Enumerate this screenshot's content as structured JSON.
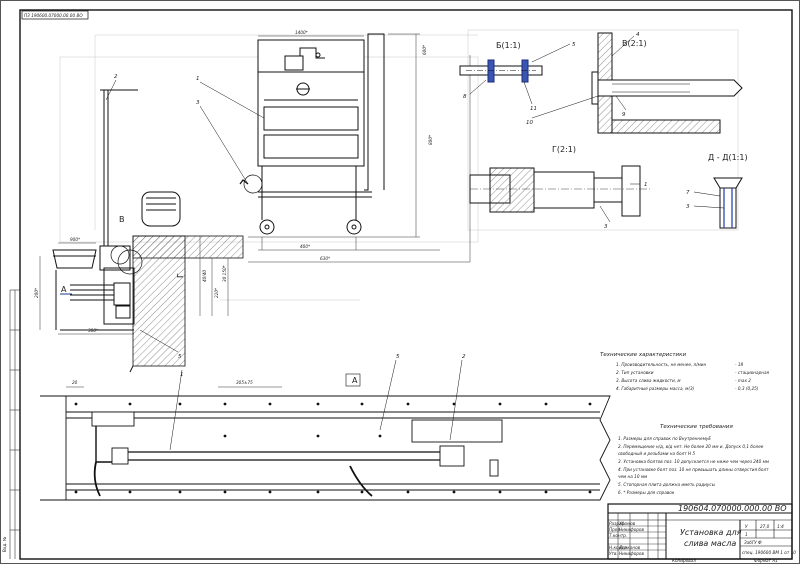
{
  "sheet": {
    "top_stamp": "ПЗ 190600.07000.00.00 ВО",
    "doc_code": "190604.070000.000.00 ВО",
    "title_line1": "Установка для",
    "title_line2": "слива масла",
    "stage": "У",
    "mass": "27,0",
    "scale": "1:4",
    "sheet_no": "1",
    "org_line1": "ЗабГУ Ф",
    "org_line2": "спец. 190600 ВМ 1 от 10",
    "copied": "Копировал",
    "format": "Формат А1",
    "side_label": "Вхд. №"
  },
  "dimensions": {
    "d_top": "1400*",
    "d_side": "600*",
    "d_height": "800*",
    "d_400": "400*",
    "d_630": "630*",
    "d_width": "900*",
    "d_left_h": "200*",
    "d_300": "300*",
    "d_v1": "40/40",
    "d_v2": "30 150*",
    "d_v3": "220*",
    "d_pitch": "305±75",
    "d_20": "20"
  },
  "views": {
    "view_a_small": "A",
    "view_a_big": "A",
    "view_b_mark": "B",
    "view_b": "Б(1:1)",
    "view_v": "В(2:1)",
    "view_g": "Г(2:1)",
    "view_d": "Д - Д(1:1)",
    "g_mark": "Г"
  },
  "callouts": [
    "1",
    "2",
    "3",
    "4",
    "5",
    "7",
    "8",
    "9",
    "10",
    "11"
  ],
  "tech_chars": {
    "heading": "Технические характеристики",
    "items": [
      "1. Производительность, не менее, л/мин",
      "2. Тип установки",
      "3. Высота слива жидкости, м",
      "4. Габаритные размеры масса, м(3)"
    ],
    "values": [
      "- 18",
      "- стационарная",
      "- max 2",
      "- 0,3 (0,25)"
    ]
  },
  "tech_req": {
    "heading": "Технические требования",
    "items": [
      "1. Размеры для справок по ВнутреннемуЕ",
      "2. Перемещение н/д, в/д нет. Не более 20 мм и. Допуск 0,1 более",
      "   свободный и резьбами на болт Н              5",
      "3. Установка болтов поз. 10 допускается не ниже чем через 240 мм",
      "4. При установке болт поз. 10 не превышать длины отверстия болт",
      "   чем на 10 мм",
      "5. Стопорная плита должна иметь радиусы",
      "6. * Размеры для справок"
    ]
  },
  "title_block_rows": [
    "Изм.",
    "Лист",
    "№ докум.",
    "Подп.",
    "Дата",
    "Разраб.",
    "Пров.",
    "Т.контр.",
    "Н.контр.",
    "Утв."
  ],
  "title_block_names": [
    "Хромов",
    "Никифоров",
    "",
    "Дьяконов",
    "Никифоров"
  ]
}
